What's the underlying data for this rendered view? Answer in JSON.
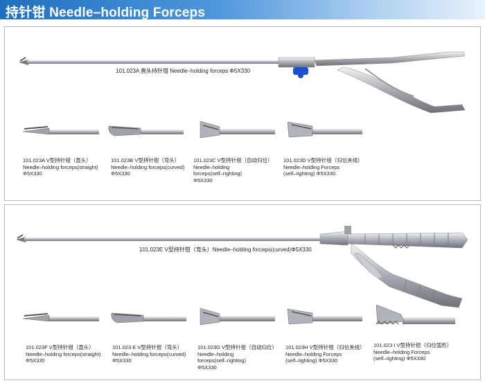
{
  "header": {
    "title": "持针钳  Needle–holding Forceps"
  },
  "section1": {
    "main_caption": "101.023A  直头持针钳  Needle–holding forceps  Φ5X330",
    "items": [
      {
        "lines": [
          "101.023A  V型持针钳（直头）",
          "Needle–holding forceps(straight)",
          "Φ5X330"
        ]
      },
      {
        "lines": [
          "101.023B  V型持针钳（弯头）",
          "Needle–holding forceps(curved)",
          "Φ5X330"
        ]
      },
      {
        "lines": [
          "101.023C  V型持针钳（自动归位）",
          "Needle–holding",
          "forceps(self–righting)",
          "Φ5X330"
        ]
      },
      {
        "lines": [
          "101.023D  V型持针钳（归位夹线）",
          "Needle–holding Forceps",
          "(self–righting)  Φ5X330"
        ]
      }
    ]
  },
  "section2": {
    "main_caption": "101.023E V型持针钳（弯头）Needle–holding forceps(curved)Φ5X330",
    "items": [
      {
        "lines": [
          "101.023F  V型持针钳（直头）",
          "Needle–holding forceps(straight)",
          "Φ5X330"
        ]
      },
      {
        "lines": [
          "101.023 E  V型持针钳（弯头）",
          "Needle–holding forceps(curved)",
          "Φ5X330"
        ]
      },
      {
        "lines": [
          "101.023G V型持针钳（自动归位）",
          "Needle–holding",
          "forceps(self–righting)",
          "Φ5X330"
        ]
      },
      {
        "lines": [
          "101.023H  V型持针钳（归位夹线）",
          "Needle–holding Forceps",
          "(self–righting)  Φ5X330"
        ]
      },
      {
        "lines": [
          "101.023 I  V型持针钳（归位弧形）",
          "Needle–holding Forceps",
          "(self–righting)  Φ5X330"
        ]
      }
    ]
  },
  "colors": {
    "header_blue": "#1f6fc0",
    "steel": "#b8bcc2",
    "knob_blue": "#1a4fd6"
  }
}
